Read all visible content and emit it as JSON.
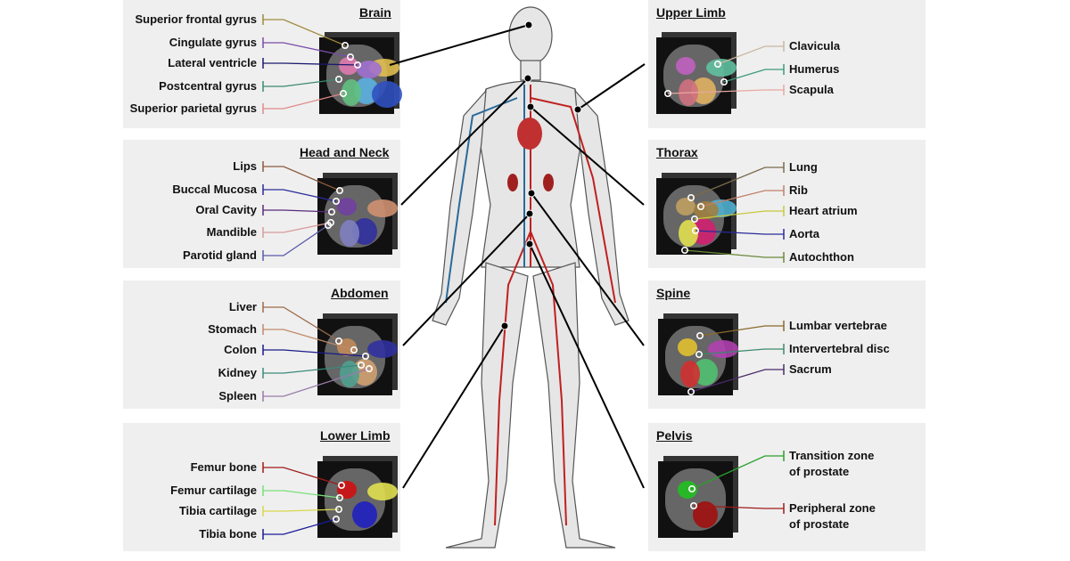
{
  "panels": [
    {
      "id": "brain",
      "title": "Brain",
      "side": "left",
      "labels": [
        {
          "text": "Superior frontal gyrus",
          "color": "#a08a3c"
        },
        {
          "text": "Cingulate gyrus",
          "color": "#7a4ca8"
        },
        {
          "text": "Lateral ventricle",
          "color": "#1a1a6e"
        },
        {
          "text": "Postcentral gyrus",
          "color": "#3c8a6e"
        },
        {
          "text": "Superior parietal gyrus",
          "color": "#e08a8a"
        }
      ]
    },
    {
      "id": "head-neck",
      "title": "Head and Neck",
      "side": "left",
      "labels": [
        {
          "text": "Lips",
          "color": "#8a5a3c"
        },
        {
          "text": "Buccal Mucosa",
          "color": "#2a2a9a"
        },
        {
          "text": "Oral Cavity",
          "color": "#5a2a7a"
        },
        {
          "text": "Mandible",
          "color": "#d89a9a"
        },
        {
          "text": "Parotid gland",
          "color": "#5a5aaa"
        }
      ]
    },
    {
      "id": "abdomen",
      "title": "Abdomen",
      "side": "left",
      "labels": [
        {
          "text": "Liver",
          "color": "#9a6a4a"
        },
        {
          "text": "Stomach",
          "color": "#c08a6a"
        },
        {
          "text": "Colon",
          "color": "#1a1a8a"
        },
        {
          "text": "Kidney",
          "color": "#3a8a7a"
        },
        {
          "text": "Spleen",
          "color": "#9a7aaa"
        }
      ]
    },
    {
      "id": "lower-limb",
      "title": "Lower Limb",
      "side": "left",
      "labels": [
        {
          "text": "Femur bone",
          "color": "#a01a1a"
        },
        {
          "text": "Femur cartilage",
          "color": "#7ae07a"
        },
        {
          "text": "Tibia cartilage",
          "color": "#d8d84a"
        },
        {
          "text": "Tibia bone",
          "color": "#1a1a9a"
        }
      ]
    },
    {
      "id": "upper-limb",
      "title": "Upper Limb",
      "side": "right",
      "labels": [
        {
          "text": "Clavicula",
          "color": "#c8b8a0"
        },
        {
          "text": "Humerus",
          "color": "#3a9a7a"
        },
        {
          "text": "Scapula",
          "color": "#e8a8a0"
        }
      ]
    },
    {
      "id": "thorax",
      "title": "Thorax",
      "side": "right",
      "labels": [
        {
          "text": "Lung",
          "color": "#7a6a4a"
        },
        {
          "text": "Rib",
          "color": "#c0806a"
        },
        {
          "text": "Heart atrium",
          "color": "#c8c83a"
        },
        {
          "text": "Aorta",
          "color": "#2a2a9a"
        },
        {
          "text": "Autochthon",
          "color": "#6a8a3a"
        }
      ]
    },
    {
      "id": "spine",
      "title": "Spine",
      "side": "right",
      "labels": [
        {
          "text": "Lumbar vertebrae",
          "color": "#8a6a2a"
        },
        {
          "text": "Intervertebral disc",
          "color": "#3a8a6a"
        },
        {
          "text": "Sacrum",
          "color": "#4a2a6a"
        }
      ]
    },
    {
      "id": "pelvis",
      "title": "Pelvis",
      "side": "right",
      "labels": [
        {
          "text": "Transition zone",
          "text2": "of prostate",
          "color": "#2aa02a"
        },
        {
          "text": "Peripheral zone",
          "text2": "of prostate",
          "color": "#a01a1a"
        }
      ]
    }
  ]
}
